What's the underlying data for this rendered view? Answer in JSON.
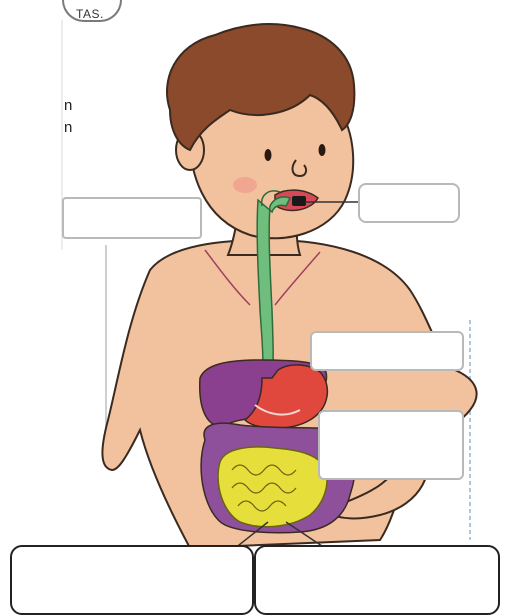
{
  "header": {
    "tab_text": "TAS."
  },
  "side_text": {
    "line1": "n",
    "line2": "n"
  },
  "colors": {
    "skin": "#f2c29e",
    "hair": "#8b4a2b",
    "esophagus": "#6fbe7e",
    "stomach": "#e0473d",
    "liver": "#8b3f8f",
    "intestines": "#8e4f9b",
    "small_intestine": "#e6df3b",
    "outline": "#3a2a20"
  },
  "labels": {
    "mouth_box": "",
    "left_box": "",
    "stomach_box": "",
    "liver_box": "",
    "bottom_left_box": "",
    "bottom_right_box": ""
  }
}
